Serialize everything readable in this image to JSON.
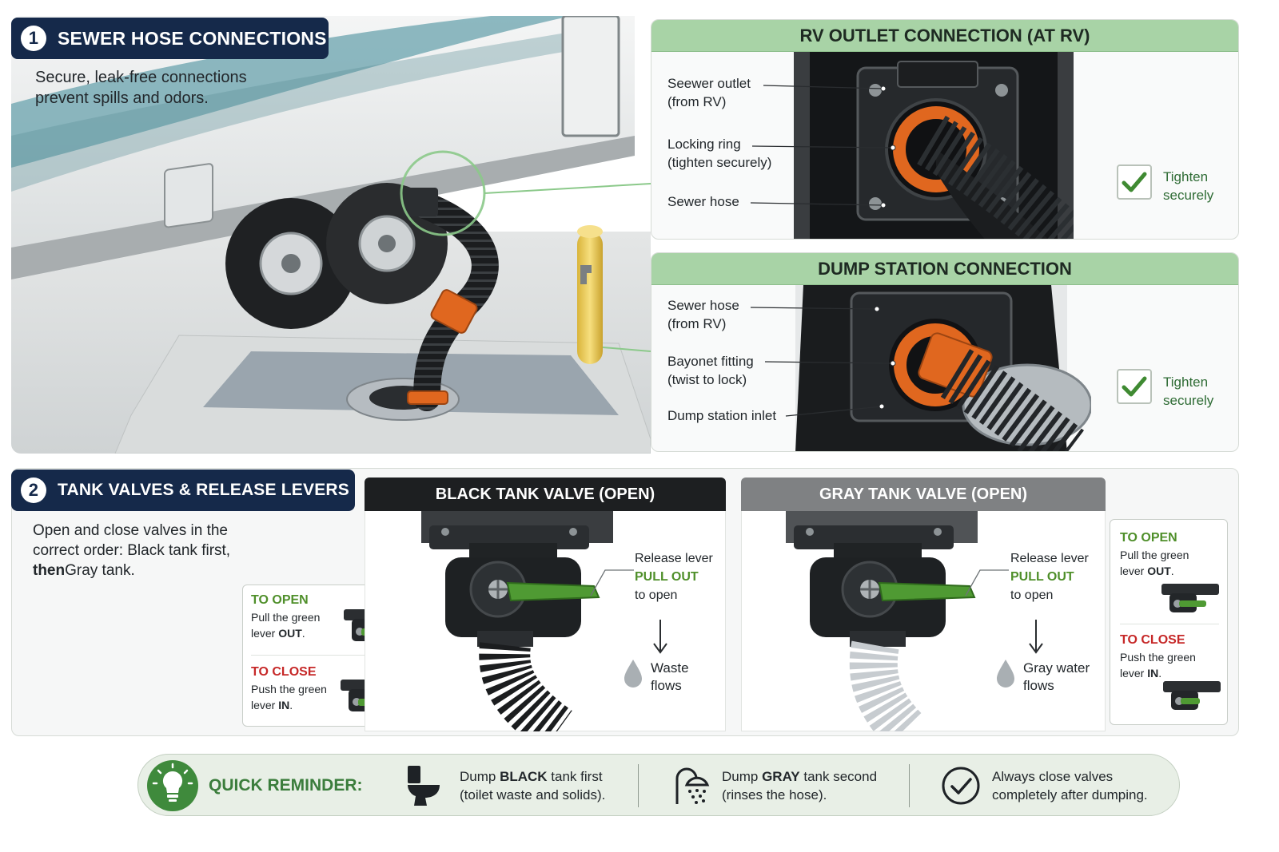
{
  "section1": {
    "number": "1",
    "title": "SEWER HOSE CONNECTIONS",
    "intro_line1": "Secure, leak-free connections",
    "intro_line2": "prevent spills and odors."
  },
  "rv_outlet": {
    "title": "RV OUTLET CONNECTION (AT RV)",
    "label1_line1": "Seewer outlet",
    "label1_line2": "(from RV)",
    "label2_line1": "Locking ring",
    "label2_line2": "(tighten securely)",
    "label3": "Sewer hose",
    "tighten_line1": "Tighten",
    "tighten_line2": "securely"
  },
  "dump_station": {
    "title": "DUMP STATION CONNECTION",
    "label1_line1": "Sewer hose",
    "label1_line2": "(from RV)",
    "label2_line1": "Bayonet fitting",
    "label2_line2": "(twist to lock)",
    "label3": "Dump station inlet",
    "tighten_line1": "Tighten",
    "tighten_line2": "securely"
  },
  "section2": {
    "number": "2",
    "title": "TANK VALVES & RELEASE LEVERS",
    "intro_line1": "Open and close valves in the",
    "intro_line2": "correct order: Black tank first,",
    "intro_then": "then",
    "intro_line3": "Gray tank."
  },
  "howto": {
    "open_title": "TO OPEN",
    "open_line1": "Pull the green",
    "open_line2_pre": "lever ",
    "open_line2_bold": "OUT",
    "open_line2_post": ".",
    "close_title": "TO CLOSE",
    "close_line1": "Push the green",
    "close_line2_pre": "lever ",
    "close_line2_bold": "IN",
    "close_line2_post": "."
  },
  "black_valve": {
    "title": "BLACK TANK VALVE (OPEN)",
    "lever_line1": "Release lever",
    "lever_line2": "PULL OUT",
    "lever_line3": "to open",
    "flow_line1": "Waste",
    "flow_line2": "flows"
  },
  "gray_valve": {
    "title": "GRAY TANK VALVE (OPEN)",
    "lever_line1": "Release lever",
    "lever_line2": "PULL OUT",
    "lever_line3": "to open",
    "flow_line1": "Gray water",
    "flow_line2": "flows"
  },
  "reminder": {
    "label": "QUICK REMINDER:",
    "item1_pre": "Dump ",
    "item1_bold": "BLACK",
    "item1_post": " tank first",
    "item1_line2": "(toilet waste and solids).",
    "item2_pre": "Dump ",
    "item2_bold": "GRAY",
    "item2_post": " tank second",
    "item2_line2": "(rinses the hose).",
    "item3_line1": "Always close valves",
    "item3_line2": "completely after dumping."
  },
  "colors": {
    "navy": "#15294a",
    "green_header": "#a8d3a6",
    "lever_green": "#4f9a33",
    "fitting_orange": "#e0671f",
    "open_green": "#4f8f2a",
    "close_red": "#c62828",
    "reminder_bg": "#e8efe6"
  },
  "icons": [
    "lightbulb-icon",
    "toilet-icon",
    "shower-icon",
    "check-circle-icon",
    "checkmark-icon",
    "water-drop-icon",
    "down-arrow-icon"
  ]
}
